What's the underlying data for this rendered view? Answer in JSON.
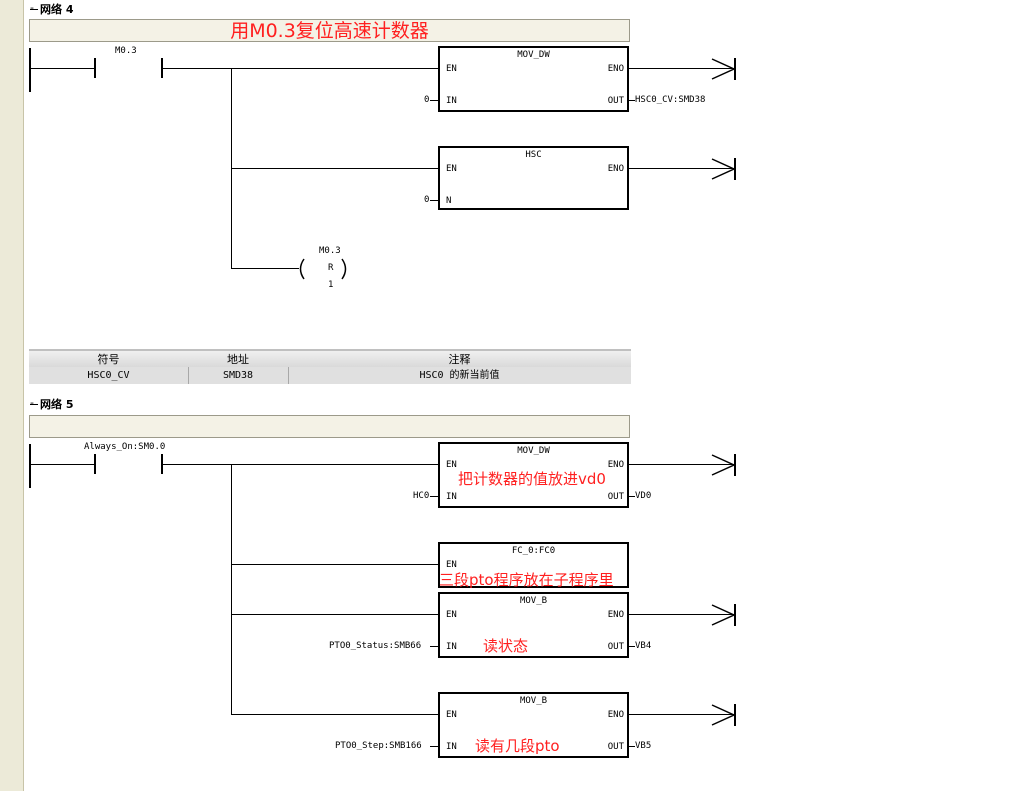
{
  "network4": {
    "header": "网络 4",
    "comment": "用M0.3复位高速计数器",
    "contact": "M0.3",
    "mov_dw": {
      "title": "MOV_DW",
      "en": "EN",
      "eno": "ENO",
      "in_pin": "IN",
      "out_pin": "OUT",
      "in_value": "0",
      "out_value": "HSC0_CV:SMD38"
    },
    "hsc": {
      "title": "HSC",
      "en": "EN",
      "eno": "ENO",
      "n_pin": "N",
      "n_value": "0"
    },
    "reset_coil": {
      "addr": "M0.3",
      "type": "R",
      "count": "1"
    }
  },
  "symbol_table": {
    "headers": [
      "符号",
      "地址",
      "注释"
    ],
    "row": [
      "HSC0_CV",
      "SMD38",
      "HSC0 的新当前值"
    ]
  },
  "network5": {
    "header": "网络 5",
    "comment": "",
    "contact": "Always_On:SM0.0",
    "mov_dw": {
      "title": "MOV_DW",
      "en": "EN",
      "eno": "ENO",
      "in_pin": "IN",
      "out_pin": "OUT",
      "in_value": "HC0",
      "out_value": "VD0",
      "annotation": "把计数器的值放进vd0"
    },
    "fc0": {
      "title": "FC_0:FC0",
      "en": "EN",
      "annotation": "三段pto程序放在子程序里"
    },
    "mov_b1": {
      "title": "MOV_B",
      "en": "EN",
      "eno": "ENO",
      "in_pin": "IN",
      "out_pin": "OUT",
      "in_value": "PTO0_Status:SMB66",
      "out_value": "VB4",
      "annotation": "读状态"
    },
    "mov_b2": {
      "title": "MOV_B",
      "en": "EN",
      "eno": "ENO",
      "in_pin": "IN",
      "out_pin": "OUT",
      "in_value": "PTO0_Step:SMB166",
      "out_value": "VB5",
      "annotation": "读有几段pto"
    }
  }
}
